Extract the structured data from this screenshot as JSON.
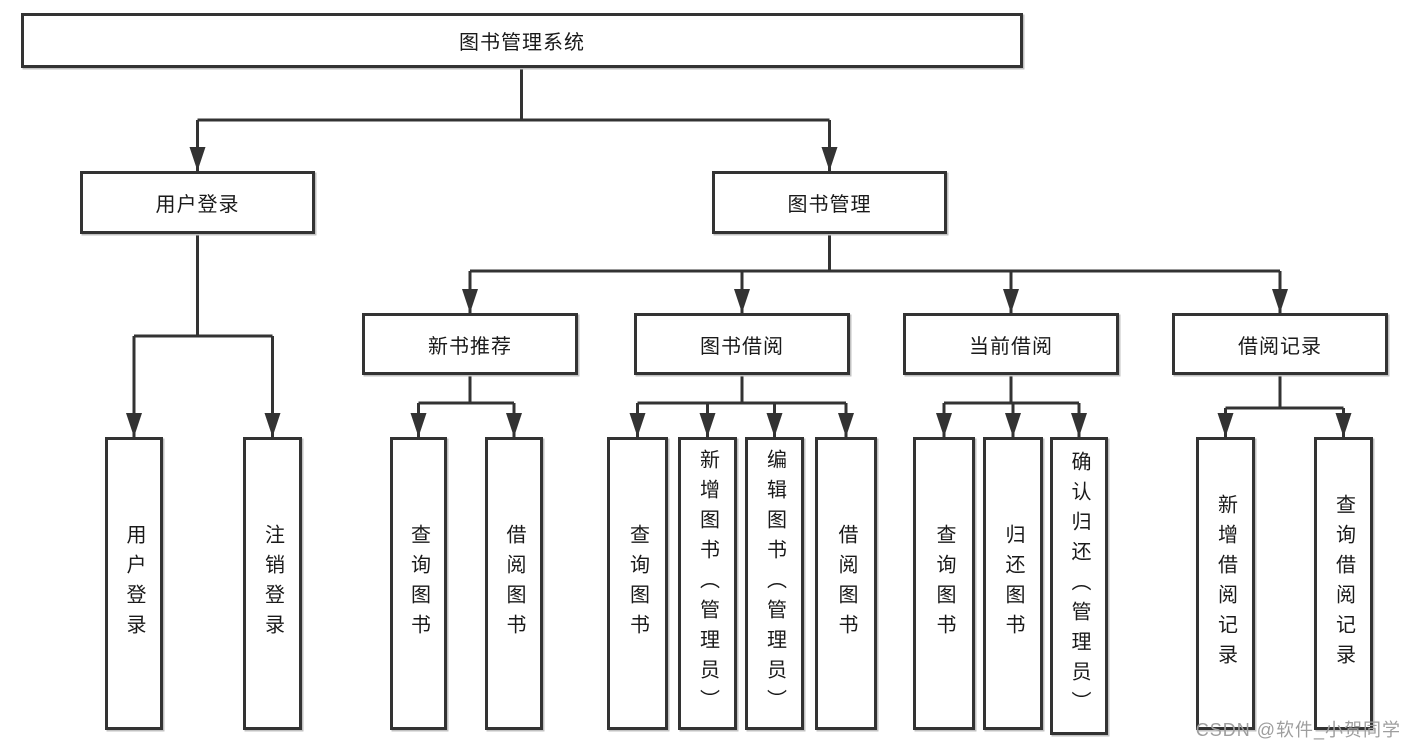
{
  "title": {
    "root": "图书管理系统"
  },
  "level2": {
    "login": "用户登录",
    "mgmt": "图书管理"
  },
  "level3": {
    "newbook": "新书推荐",
    "borrow": "图书借阅",
    "current": "当前借阅",
    "records": "借阅记录"
  },
  "leaves": {
    "login": [
      "用户登录",
      "注销登录"
    ],
    "newbook": [
      "查询图书",
      "借阅图书"
    ],
    "borrow": [
      "查询图书",
      "新增图书（管理员）",
      "编辑图书（管理员）",
      "借阅图书"
    ],
    "current": [
      "查询图书",
      "归还图书",
      "确认归还（管理员）"
    ],
    "records": [
      "新增借阅记录",
      "查询借阅记录"
    ]
  },
  "watermark": {
    "text": "CSDN @软件_小贺同学"
  },
  "colors": {
    "line": "#333333",
    "border": "#333333",
    "text": "#1a1a1a",
    "watermark": "#9e9e9e",
    "background": "#ffffff"
  }
}
